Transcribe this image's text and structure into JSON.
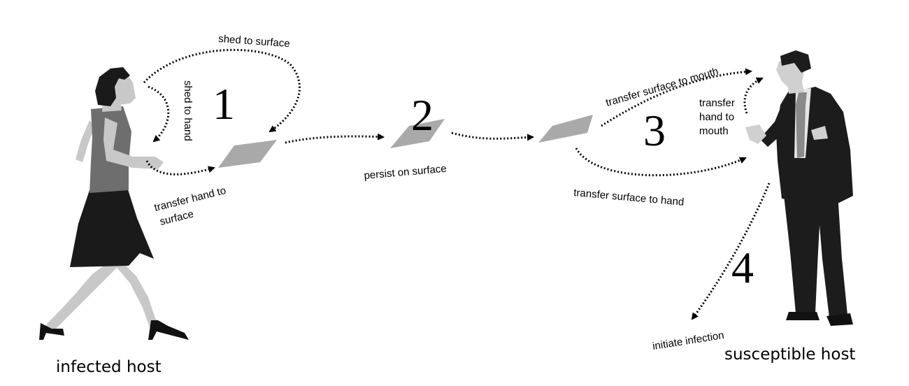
{
  "hosts": {
    "infected": "infected host",
    "susceptible": "susceptible host"
  },
  "steps": [
    "1",
    "2",
    "3",
    "4"
  ],
  "labels": {
    "shed_to_surface": "shed to surface",
    "shed_to_hand": "shed to hand",
    "transfer_hand_to_surface_1": "transfer hand to",
    "transfer_hand_to_surface_2": "surface",
    "persist_on_surface": "persist on surface",
    "transfer_surface_to_mouth": "transfer surface to mouth",
    "transfer_hand_to_mouth_1": "transfer",
    "transfer_hand_to_mouth_2": "hand to",
    "transfer_hand_to_mouth_3": "mouth",
    "transfer_surface_to_hand": "transfer surface to hand",
    "initiate_infection": "initiate infection"
  },
  "colors": {
    "surface": "#a9a9a9",
    "woman_skin": "#c8c8c8",
    "woman_top": "#6e6e6e",
    "woman_hair_skirt": "#1a1a1a",
    "man_suit": "#1c1c1c",
    "man_skin": "#d0d0d0",
    "man_shirt": "#e6e6e6",
    "man_tie": "#8a8a8a"
  }
}
